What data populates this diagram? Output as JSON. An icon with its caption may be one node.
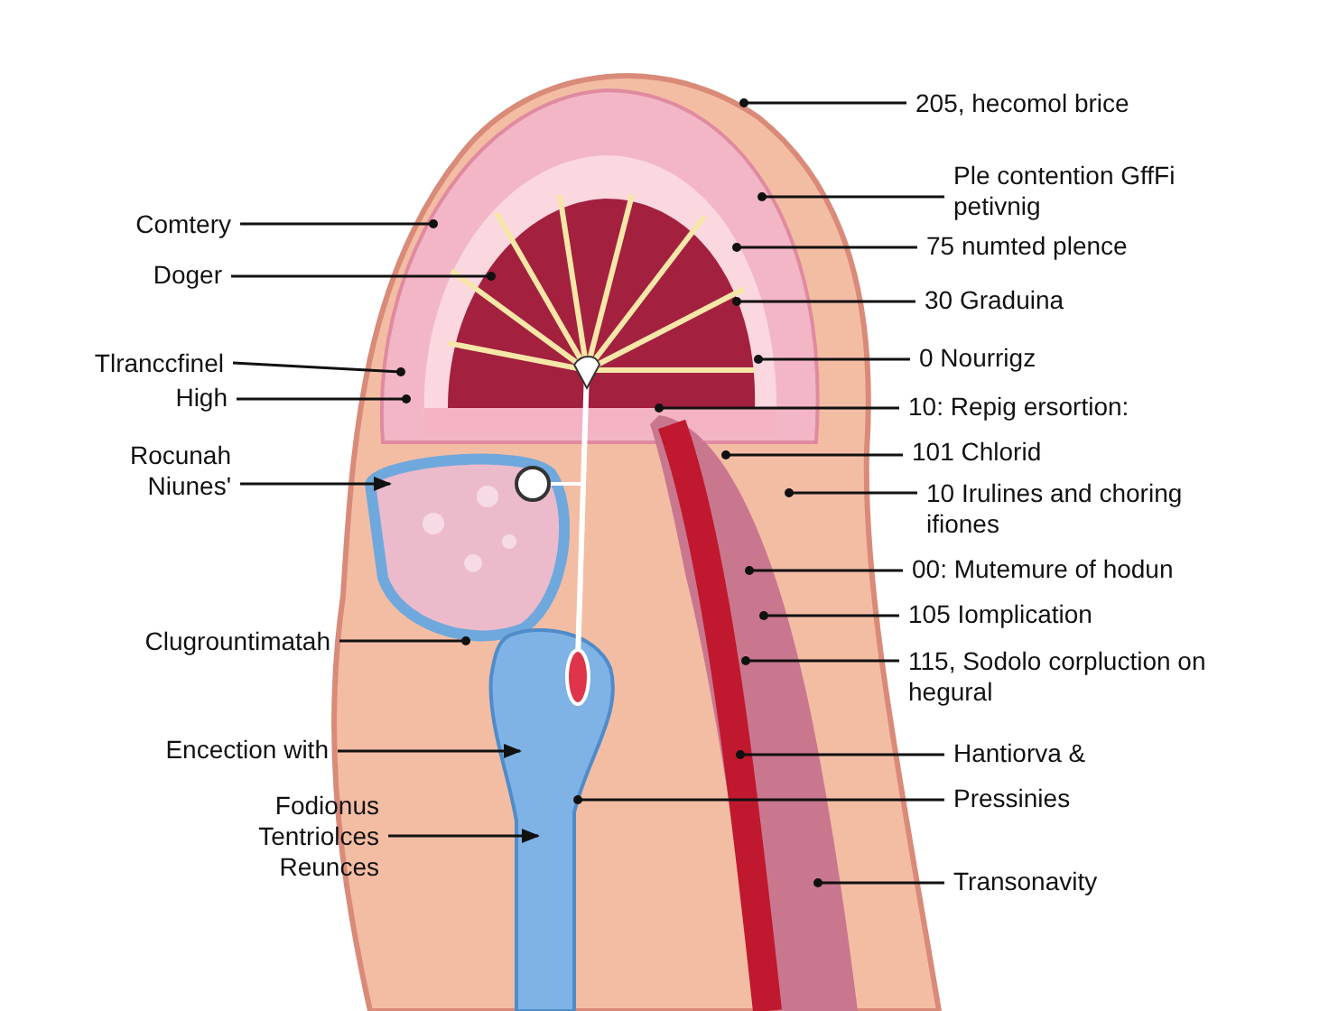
{
  "diagram": {
    "nodes": [
      {
        "text": [
          "Comtery"
        ]
      },
      {
        "text": [
          "Doger"
        ]
      },
      {
        "text": [
          "Tlranccfinel"
        ]
      },
      {
        "text": [
          "High"
        ]
      },
      {
        "text": [
          "Rocunah Niunes'"
        ]
      },
      {
        "text": [
          "Clugrountimatah"
        ]
      },
      {
        "text": [
          "Encection with"
        ]
      },
      {
        "text": [
          "Fodionus Tentriolces Reunces"
        ]
      },
      {
        "text": [
          "205, hecomol brice"
        ]
      },
      {
        "text": [
          "Ple contention GffFi petivnig"
        ]
      },
      {
        "text": [
          "75 numted plence"
        ]
      },
      {
        "text": [
          "30 Graduina"
        ]
      },
      {
        "text": [
          "0 Nourrigz"
        ]
      },
      {
        "text": [
          "10: Repig ersortion:"
        ]
      },
      {
        "text": [
          "101 Chlorid"
        ]
      },
      {
        "text": [
          "10 Irulines and choring ifiones"
        ]
      },
      {
        "text": [
          "00: Mutemure of hodun"
        ]
      },
      {
        "text": [
          "105 Iomplication"
        ]
      },
      {
        "text": [
          "115, Sodolo corpluction on hegural"
        ]
      },
      {
        "text": [
          "Hantiorva &"
        ]
      },
      {
        "text": [
          "Pressinies"
        ]
      },
      {
        "text": [
          "Transonavity"
        ]
      }
    ],
    "edges": [
      {
        "from": 0,
        "to": null,
        "arrow": "other"
      },
      {
        "from": 1,
        "to": null,
        "arrow": "other"
      },
      {
        "from": 2,
        "to": null,
        "arrow": "other"
      },
      {
        "from": 3,
        "to": null,
        "arrow": "other"
      },
      {
        "from": 4,
        "to": null,
        "arrow": "to"
      },
      {
        "from": 5,
        "to": null,
        "arrow": "other"
      },
      {
        "from": 6,
        "to": null,
        "arrow": "to"
      },
      {
        "from": 7,
        "to": null,
        "arrow": "to"
      },
      {
        "from": 8,
        "to": null,
        "arrow": "other"
      },
      {
        "from": 9,
        "to": null,
        "arrow": "other"
      },
      {
        "from": 10,
        "to": null,
        "arrow": "other"
      },
      {
        "from": 11,
        "to": null,
        "arrow": "other"
      },
      {
        "from": 12,
        "to": null,
        "arrow": "other"
      },
      {
        "from": 13,
        "to": null,
        "arrow": "other"
      },
      {
        "from": 14,
        "to": null,
        "arrow": "other"
      },
      {
        "from": 15,
        "to": null,
        "arrow": "other"
      },
      {
        "from": 16,
        "to": null,
        "arrow": "other"
      },
      {
        "from": 17,
        "to": null,
        "arrow": "other"
      },
      {
        "from": 18,
        "to": null,
        "arrow": "other"
      },
      {
        "from": 19,
        "to": null,
        "arrow": "other"
      },
      {
        "from": 20,
        "to": null,
        "arrow": "other"
      },
      {
        "from": 21,
        "to": null,
        "arrow": "other"
      }
    ]
  }
}
